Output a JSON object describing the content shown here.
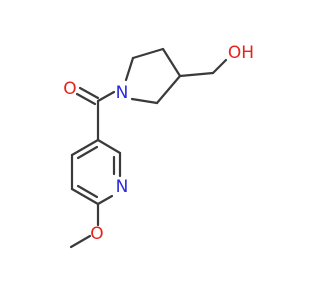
{
  "molecule": {
    "atom_labels": {
      "carbonyl_oxygen": "O",
      "ring_nitrogen": "N",
      "hydroxyl": "OH",
      "pyridine_nitrogen": "N",
      "methoxy_oxygen": "O"
    },
    "colors": {
      "bond": "#3a3a3a",
      "oxygen": "#e8231c",
      "nitrogen": "#2a2ae0",
      "background": "#ffffff"
    }
  }
}
